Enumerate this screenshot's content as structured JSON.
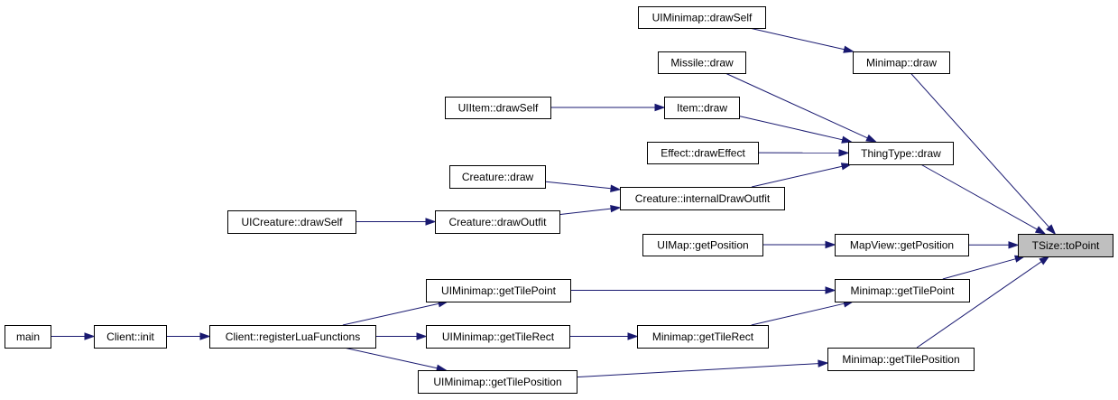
{
  "diagram": {
    "nodes": [
      {
        "id": "uiminimap_drawself",
        "label": "UIMinimap::drawSelf"
      },
      {
        "id": "minimap_draw",
        "label": "Minimap::draw"
      },
      {
        "id": "missile_draw",
        "label": "Missile::draw"
      },
      {
        "id": "uiitem_drawself",
        "label": "UIItem::drawSelf"
      },
      {
        "id": "item_draw",
        "label": "Item::draw"
      },
      {
        "id": "effect_draweffect",
        "label": "Effect::drawEffect"
      },
      {
        "id": "thingtype_draw",
        "label": "ThingType::draw"
      },
      {
        "id": "creature_draw",
        "label": "Creature::draw"
      },
      {
        "id": "creature_internaldrawoutfit",
        "label": "Creature::internalDrawOutfit"
      },
      {
        "id": "uicreature_drawself",
        "label": "UICreature::drawSelf"
      },
      {
        "id": "creature_drawoutfit",
        "label": "Creature::drawOutfit"
      },
      {
        "id": "uimap_getposition",
        "label": "UIMap::getPosition"
      },
      {
        "id": "mapview_getposition",
        "label": "MapView::getPosition"
      },
      {
        "id": "tsize_topoint",
        "label": "TSize::toPoint"
      },
      {
        "id": "uiminimap_gettilepoint",
        "label": "UIMinimap::getTilePoint"
      },
      {
        "id": "minimap_gettilepoint",
        "label": "Minimap::getTilePoint"
      },
      {
        "id": "main",
        "label": "main"
      },
      {
        "id": "client_init",
        "label": "Client::init"
      },
      {
        "id": "client_registerluafunctions",
        "label": "Client::registerLuaFunctions"
      },
      {
        "id": "uiminimap_gettilerect",
        "label": "UIMinimap::getTileRect"
      },
      {
        "id": "minimap_gettilerect",
        "label": "Minimap::getTileRect"
      },
      {
        "id": "minimap_gettileposition",
        "label": "Minimap::getTilePosition"
      },
      {
        "id": "uiminimap_gettileposition",
        "label": "UIMinimap::getTilePosition"
      }
    ],
    "edges": [
      {
        "from": "uiminimap_drawself",
        "to": "minimap_draw"
      },
      {
        "from": "minimap_draw",
        "to": "tsize_topoint"
      },
      {
        "from": "missile_draw",
        "to": "thingtype_draw"
      },
      {
        "from": "uiitem_drawself",
        "to": "item_draw"
      },
      {
        "from": "item_draw",
        "to": "thingtype_draw"
      },
      {
        "from": "effect_draweffect",
        "to": "thingtype_draw"
      },
      {
        "from": "creature_internaldrawoutfit",
        "to": "thingtype_draw"
      },
      {
        "from": "thingtype_draw",
        "to": "tsize_topoint"
      },
      {
        "from": "creature_draw",
        "to": "creature_internaldrawoutfit"
      },
      {
        "from": "creature_drawoutfit",
        "to": "creature_internaldrawoutfit"
      },
      {
        "from": "uicreature_drawself",
        "to": "creature_drawoutfit"
      },
      {
        "from": "uimap_getposition",
        "to": "mapview_getposition"
      },
      {
        "from": "mapview_getposition",
        "to": "tsize_topoint"
      },
      {
        "from": "minimap_gettilepoint",
        "to": "tsize_topoint"
      },
      {
        "from": "minimap_gettileposition",
        "to": "tsize_topoint"
      },
      {
        "from": "uiminimap_gettilepoint",
        "to": "minimap_gettilepoint"
      },
      {
        "from": "minimap_gettilerect",
        "to": "minimap_gettilepoint"
      },
      {
        "from": "uiminimap_gettilerect",
        "to": "minimap_gettilerect"
      },
      {
        "from": "uiminimap_gettileposition",
        "to": "minimap_gettileposition"
      },
      {
        "from": "client_registerluafunctions",
        "to": "uiminimap_gettilepoint"
      },
      {
        "from": "client_registerluafunctions",
        "to": "uiminimap_gettilerect"
      },
      {
        "from": "client_registerluafunctions",
        "to": "uiminimap_gettileposition"
      },
      {
        "from": "client_init",
        "to": "client_registerluafunctions"
      },
      {
        "from": "main",
        "to": "client_init"
      }
    ]
  }
}
